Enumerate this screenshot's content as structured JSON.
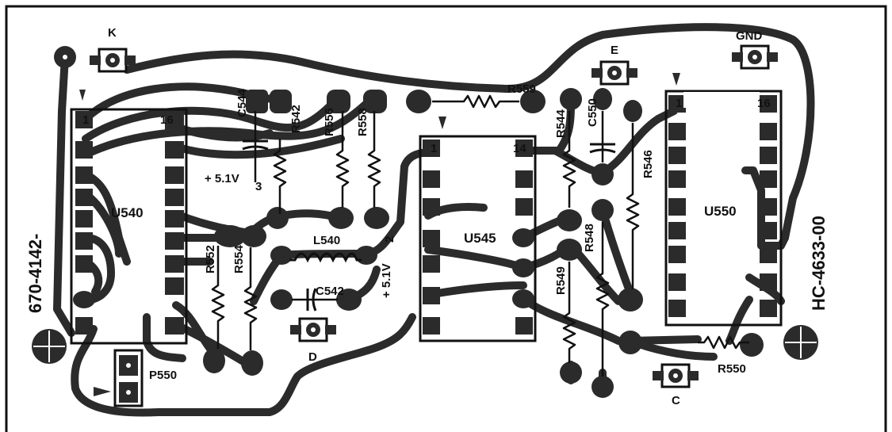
{
  "board": {
    "part_number_left": "670-4142-",
    "part_number_right": "HC-4633-00"
  },
  "ics": [
    {
      "id": "u540",
      "name": "U540",
      "pin1": "1",
      "pin_last": "16"
    },
    {
      "id": "u545",
      "name": "U545",
      "pin1": "1",
      "pin_last": "14"
    },
    {
      "id": "u550",
      "name": "U550",
      "pin1": "1",
      "pin_last": "16"
    }
  ],
  "resistors": [
    "R542",
    "R556",
    "R558",
    "R559",
    "R544",
    "R546",
    "R548",
    "R549",
    "R552",
    "R554",
    "R550"
  ],
  "capacitors": [
    "C544",
    "C550",
    "C542"
  ],
  "inductors": [
    "L540"
  ],
  "connectors": [
    "P550"
  ],
  "test_points": [
    "K",
    "GND",
    "E",
    "D",
    "C"
  ],
  "voltage_labels": [
    "+ 5.1V",
    "3",
    "+ 5.1V",
    "2"
  ]
}
